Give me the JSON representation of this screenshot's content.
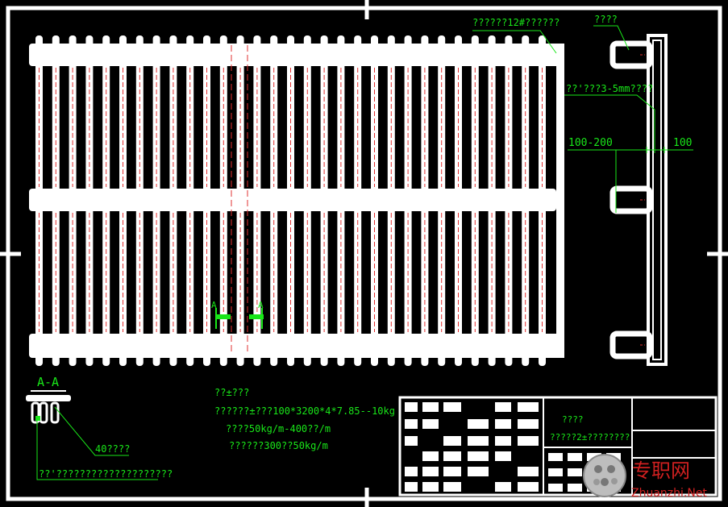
{
  "labels": {
    "top_note": "??????12#??????",
    "top_right": "????",
    "gap_note": "??'???3-5mm????",
    "dim_left": "100-200",
    "dim_right": "100",
    "section_mark": "A",
    "section_title": "A-A",
    "section_dim": "40????",
    "section_note": "??'????????????????????",
    "note_title": "??±???",
    "note_line1": "??????±???100*3200*4*7.85--10kg",
    "note_line2": "????50kg/m-400??/m",
    "note_line3": "??????300??50kg/m",
    "title_block_label": "????",
    "title_block_sub": "?????2±????????"
  },
  "watermark": {
    "cn": "专职网",
    "en": "Zhuanzhi.Net"
  },
  "colors": {
    "background": "#000000",
    "lines": "#ffffff",
    "annotation": "#19e619",
    "centerline": "#e03030",
    "watermark_cn": "#d02020",
    "watermark_en": "#d02020"
  }
}
